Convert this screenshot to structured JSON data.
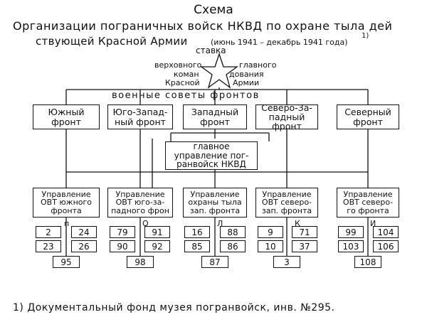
{
  "header": {
    "title": "Схема",
    "subtitle_line1": "Организации пограничных войск НКВД по охране тыла дей",
    "subtitle_line2": "ствующей Красной Армии",
    "date_range": "(июнь 1941 – декабрь 1941 года)",
    "footnote_mark": "1)"
  },
  "stavka": {
    "word_stavka": "ставка",
    "left_1": "верховного",
    "left_2": "коман",
    "left_3": "Красной",
    "right_1": "главного",
    "right_2": "дования",
    "right_3": "Армии"
  },
  "military_councils": "военные советы фронтов",
  "fronts": [
    {
      "line1": "Южный",
      "line2": "фронт"
    },
    {
      "line1": "Юго-Запад-",
      "line2": "ный фронт"
    },
    {
      "line1": "Западный",
      "line2": "фронт"
    },
    {
      "line1": "Северо-За-",
      "line2": "падный фронт"
    },
    {
      "line1": "Северный",
      "line2": "фронт"
    }
  ],
  "main_directorate": {
    "line1": "главное",
    "line2": "управление пог-",
    "line3": "ранвойск НКВД"
  },
  "directorates": [
    {
      "line1": "Управление",
      "line2": "ОВТ южного",
      "line3": "фронта",
      "letter": "п",
      "units": [
        "2",
        "24",
        "23",
        "26"
      ],
      "bottom": "95"
    },
    {
      "line1": "Управление",
      "line2": "ОВТ юго-за-",
      "line3": "падного фрон",
      "letter": "О",
      "units": [
        "79",
        "91",
        "90",
        "92"
      ],
      "bottom": "98"
    },
    {
      "line1": "Управление",
      "line2": "охраны тыла",
      "line3": "зап. фронта",
      "letter": "Л",
      "units": [
        "16",
        "88",
        "85",
        "86"
      ],
      "bottom": "87"
    },
    {
      "line1": "Управление",
      "line2": "ОВТ северо-",
      "line3": "зап. фронта",
      "letter": "К",
      "units": [
        "9",
        "71",
        "10",
        "37"
      ],
      "bottom": "3"
    },
    {
      "line1": "Управление",
      "line2": "ОВТ северо-",
      "line3": "го фронта",
      "letter": "И",
      "units": [
        "99",
        "104",
        "103",
        "106"
      ],
      "bottom": "108"
    }
  ],
  "footnote": "1) Документальный фонд музея погранвойск, инв. №295."
}
